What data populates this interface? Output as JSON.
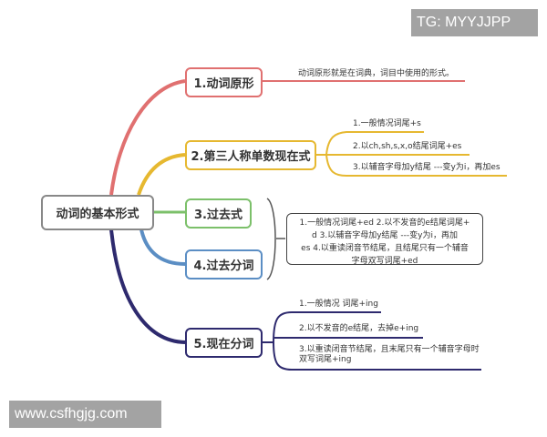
{
  "watermarks": {
    "top_right": "TG: MYYJJPP",
    "bottom_left": "www.csfhgjg.com"
  },
  "root": {
    "label": "动词的基本形式",
    "color": "#888888"
  },
  "branches": [
    {
      "label": "1.动词原形",
      "color": "#e07070",
      "items": [
        "动词原形就是在词典，词目中使用的形式。"
      ]
    },
    {
      "label": "2.第三人称单数现在式",
      "color": "#e6b830",
      "items": [
        "1.一般情况词尾+s",
        "2.以ch,sh,s,x,o结尾词尾+es",
        "3.以辅音字母加y结尾 ---变y为i，再加es"
      ]
    },
    {
      "label": "3.过去式",
      "color": "#7cc06a"
    },
    {
      "label": "4.过去分词",
      "color": "#5b8ec4"
    },
    {
      "label": "5.现在分词",
      "color": "#2e2a6e",
      "items": [
        "1.一般情况 词尾+ing",
        "2.以不发音的e结尾，去掉e+ing",
        "3.以重读闭音节结尾，且末尾只有一个辅音字母时双写词尾+ing"
      ]
    }
  ],
  "shared_note": {
    "lines": [
      "1.一般情况词尾+ed   2.以不发音的e结尾词尾+",
      "d      3.以辅音字母加y结尾 ---变y为i，再加",
      "es    4.以重读闭音节结尾，且结尾只有一个辅音",
      "字母双写词尾+ed"
    ]
  }
}
